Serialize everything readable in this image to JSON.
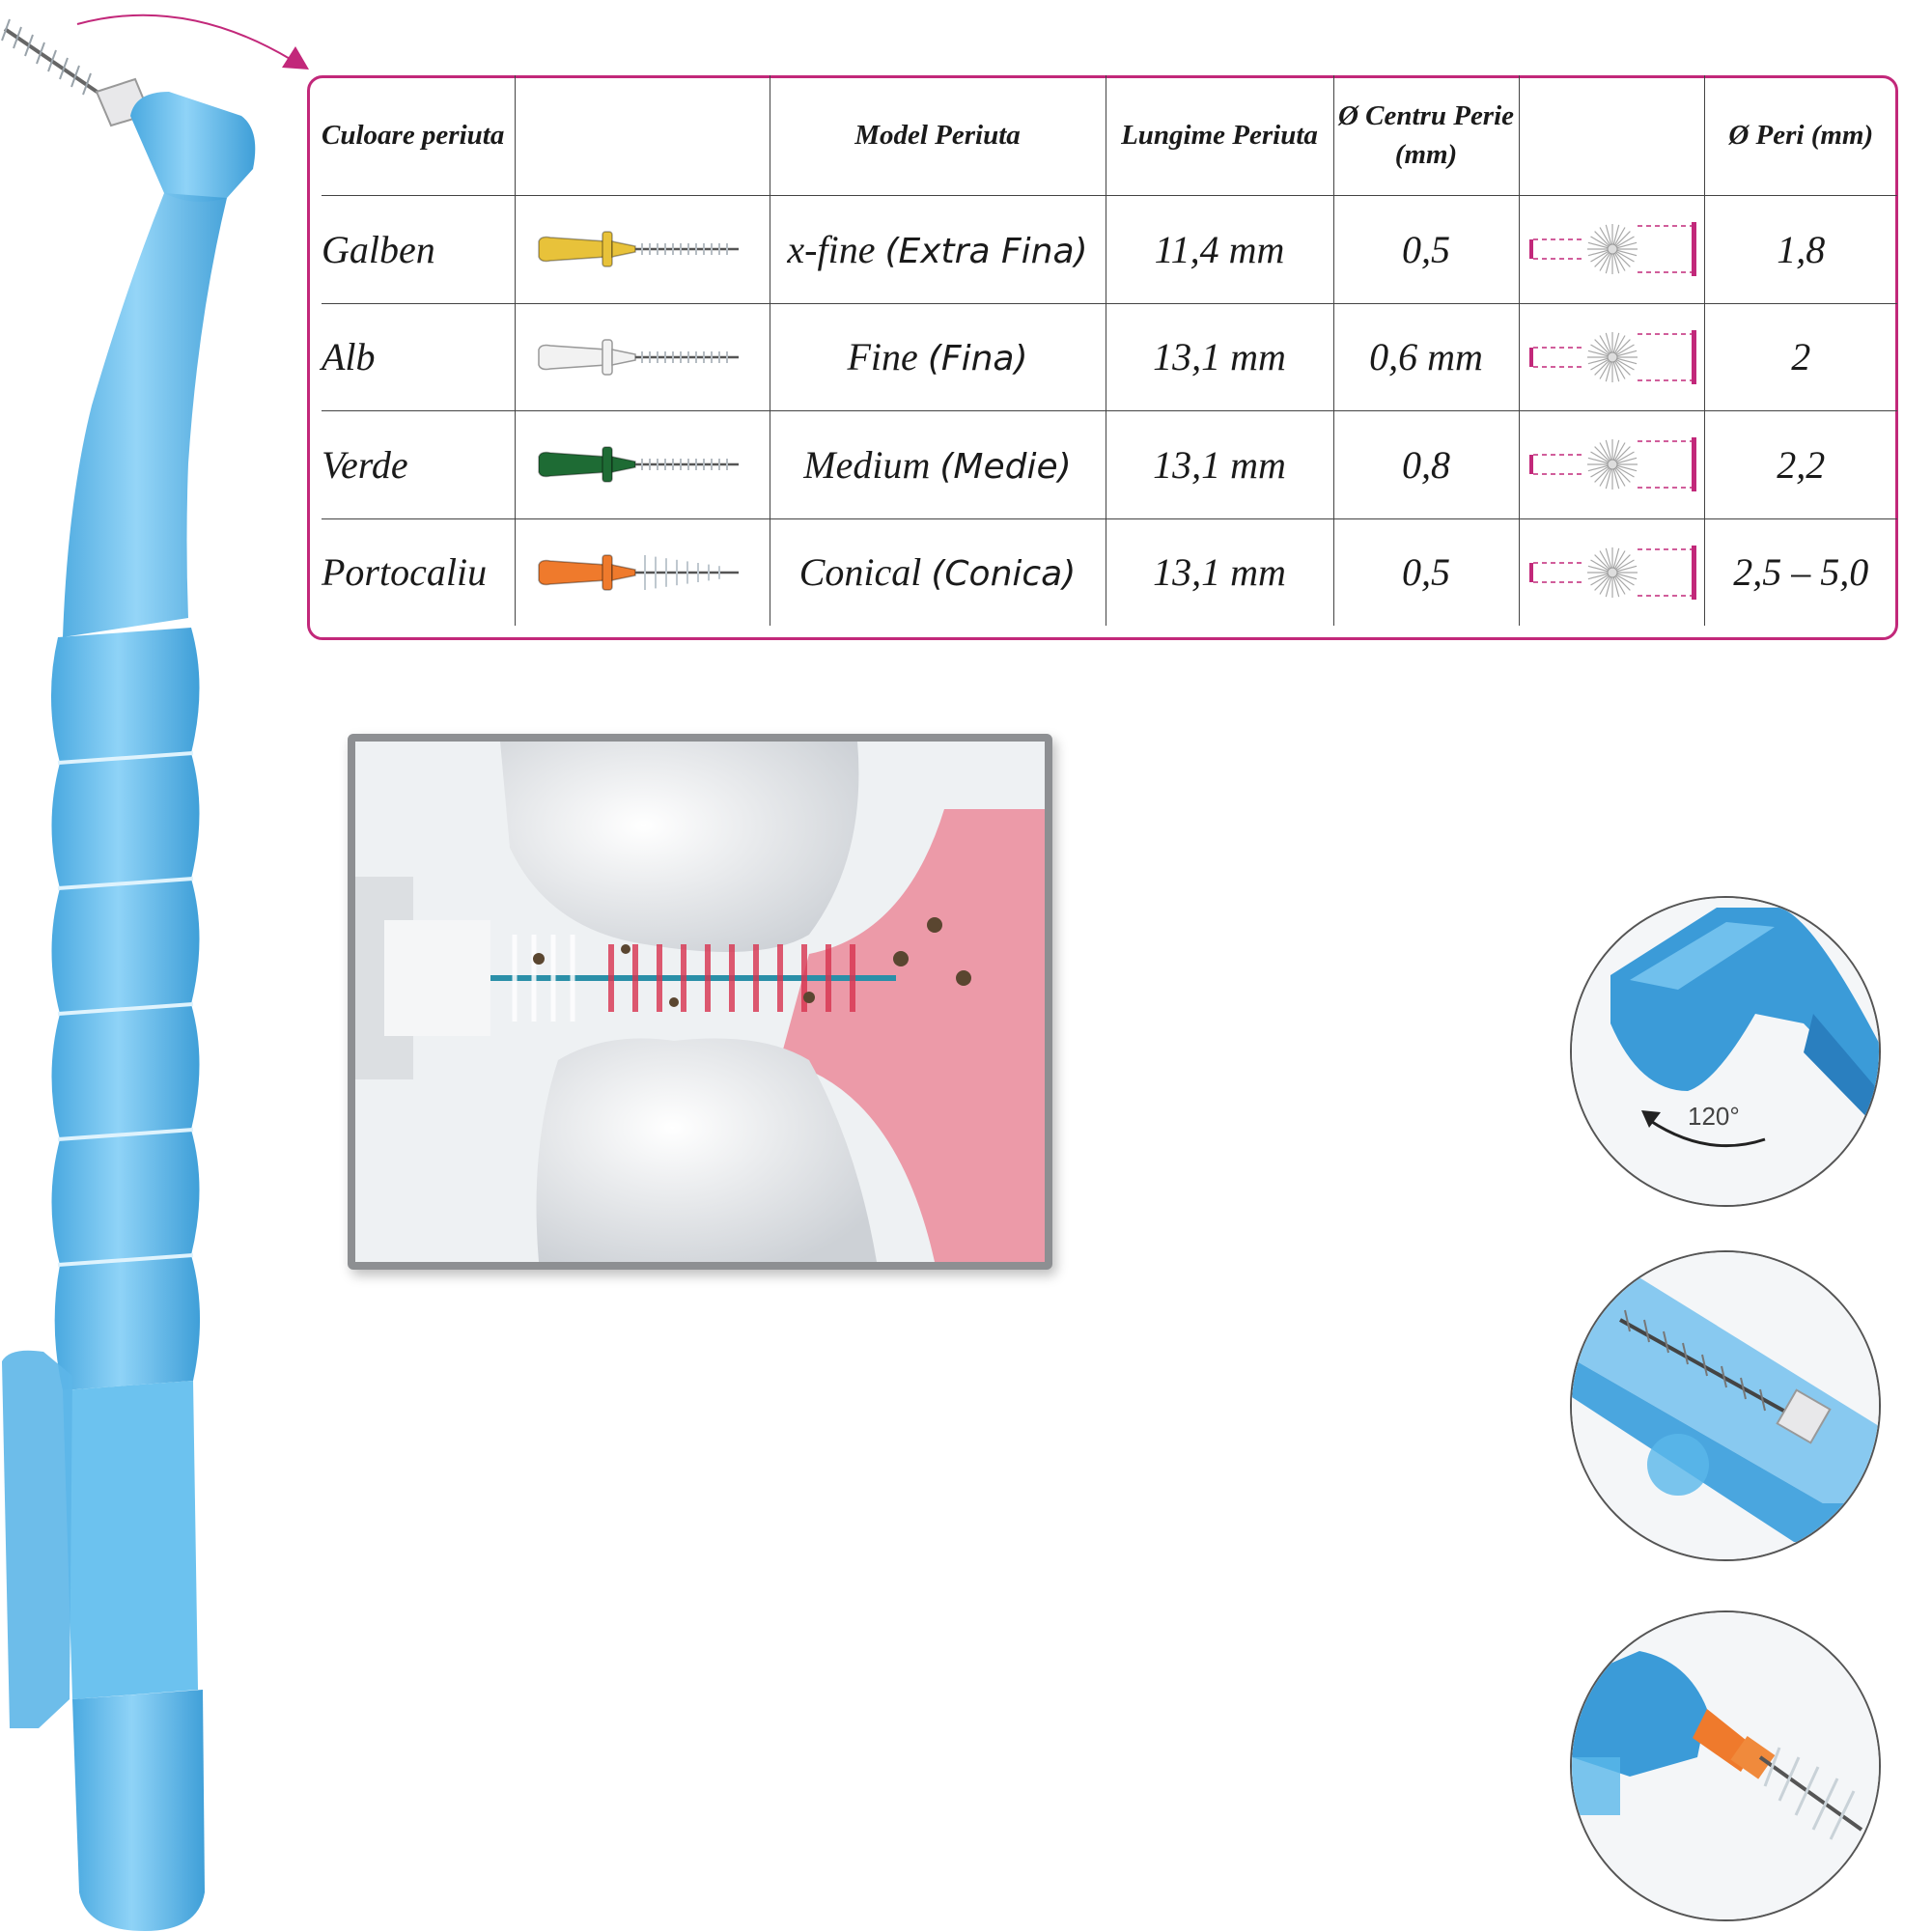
{
  "colors": {
    "accent": "#c2287a",
    "handle_blue": "#5ab8ea",
    "gum_pink": "#ec9aa8"
  },
  "table": {
    "headers": [
      "Culoare periuta",
      "",
      "Model Periuta",
      "Lungime Periuta",
      "Ø Centru Perie (mm)",
      "",
      "Ø Peri (mm)"
    ],
    "rows": [
      {
        "color_name": "Galben",
        "brush_color": "#e8c23a",
        "brush_icon": "yellow-xfine-brush-icon",
        "model": "x-fine",
        "model_detail": "(Extra Fina)",
        "length": "11,4 mm",
        "center_diameter": "0,5",
        "bristle_diameter": "1,8"
      },
      {
        "color_name": "Alb",
        "brush_color": "#f2f2f2",
        "brush_icon": "white-fine-brush-icon",
        "model": "Fine",
        "model_detail": "(Fina)",
        "length": "13,1 mm",
        "center_diameter": "0,6 mm",
        "bristle_diameter": "2"
      },
      {
        "color_name": "Verde",
        "brush_color": "#1e6b34",
        "brush_icon": "green-medium-brush-icon",
        "model": "Medium",
        "model_detail": "(Medie)",
        "length": "13,1 mm",
        "center_diameter": "0,8",
        "bristle_diameter": "2,2"
      },
      {
        "color_name": "Portocaliu",
        "brush_color": "#ef7a2c",
        "brush_icon": "orange-conical-brush-icon",
        "model": "Conical",
        "model_detail": "(Conica)",
        "length": "13,1 mm",
        "center_diameter": "0,5",
        "bristle_diameter": "2,5 – 5,0"
      }
    ]
  },
  "photos": {
    "angle_label": "120°"
  }
}
